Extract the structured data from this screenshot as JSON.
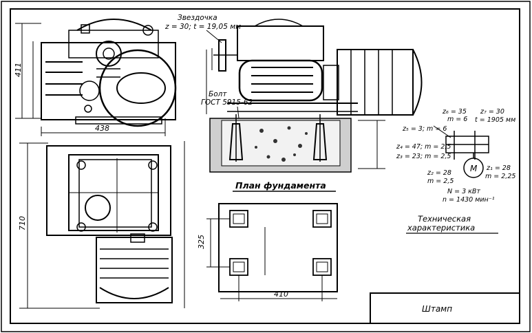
{
  "sprocket": {
    "title": "Звездочка",
    "spec": "z = 30;  t = 19,05 мм"
  },
  "bolt": {
    "label": "Болт",
    "standard": "ГОСТ 5915-62"
  },
  "dimensions": {
    "side_height": "411",
    "side_width": "438",
    "plan_height": "710",
    "foundation_height": "325",
    "foundation_width": "410"
  },
  "captions": {
    "foundation_plan": "План фундамента",
    "spec_line1": "Техническая",
    "spec_line2": "характеристика"
  },
  "kinematic": {
    "z6": "z₆ = 35",
    "m6": "m = 6",
    "z7": "z₇ = 30",
    "t7": "t = 1905 мм",
    "z5": "z₅ = 3;  m = 6",
    "z4": "z₄ = 47; m = 2,5",
    "z3": "z₃ = 23; m = 2,5",
    "z1": "z₁ = 28",
    "m1": "m = 2,25",
    "z2": "z₂ = 28",
    "m2": "m = 2,5",
    "motor_letter": "M",
    "power": "N = 3 кВт",
    "speed": "n = 1430 мин⁻¹"
  },
  "title_block": {
    "label": "Штамп"
  }
}
